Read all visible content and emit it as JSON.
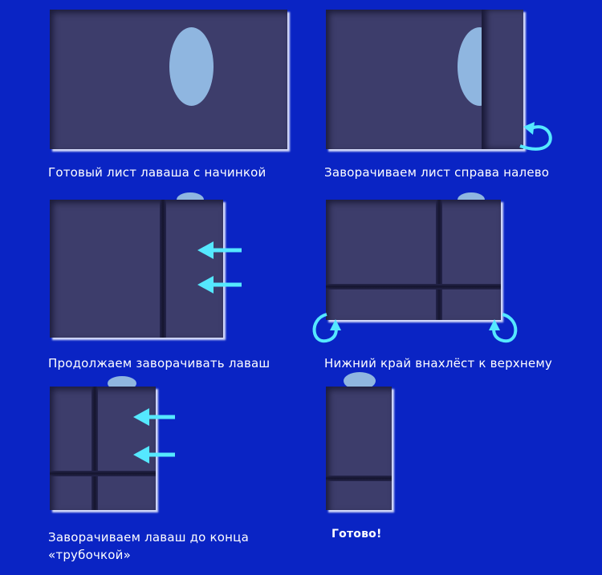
{
  "colors": {
    "background": "#0a24c4",
    "lavash": "#3d3d6b",
    "fold_line": "#15152e",
    "filling": "#8fb6e0",
    "arrow": "#55e8ff",
    "caption_text": "#ffffff"
  },
  "steps": [
    {
      "caption": "Готовый лист лаваша с начинкой"
    },
    {
      "caption": "Заворачиваем лист справа налево"
    },
    {
      "caption": "Продолжаем заворачивать лаваш"
    },
    {
      "caption": "Нижний край внахлёст к верхнему"
    },
    {
      "caption_line1": "Заворачиваем лаваш до конца",
      "caption_line2": "«трубочкой»"
    },
    {
      "caption": "Готово!"
    }
  ],
  "icons": {
    "arrow_left": "arrow-left-icon",
    "curl": "curved-arrow-icon"
  }
}
